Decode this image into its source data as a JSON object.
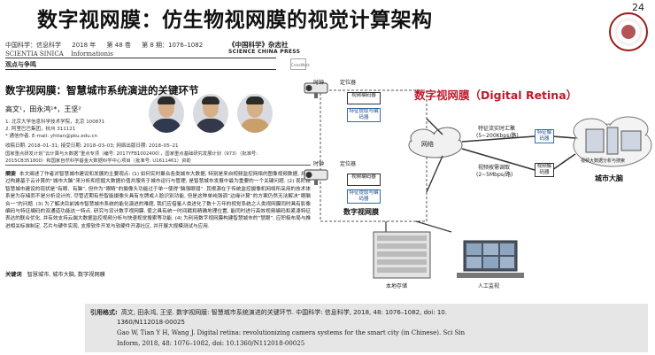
{
  "slide": {
    "title": "数字视网膜：仿生物视网膜的视觉计算架构",
    "page_number": "24"
  },
  "journal": {
    "left_items": [
      "中国科学：信息科学",
      "2018 年",
      "第 48 卷",
      "第 8 期：1076–1082"
    ],
    "en_items": [
      "SCIENTIA SINICA",
      "Informationis"
    ],
    "logo_cn": "《中国科学》杂志社",
    "logo_en": "SCIENCE CHINA PRESS",
    "crossmark": "CrossMark",
    "section": "观点与争鸣"
  },
  "paper": {
    "title": "数字视网膜：智慧城市系统演进的关键环节",
    "authors": "高文¹，田永鸿¹*，王坚²",
    "affiliations": [
      "1. 北京大学信息科学技术学院，北京 100871",
      "2. 阿里巴巴集团，杭州 311121",
      "* 通信作者. E-mail: yhtian@pku.edu.cn"
    ],
    "dates": "收稿日期: 2018–01–31; 接受日期: 2018–03–03; 网络出版日期: 2018–05–21",
    "funding": [
      "国家重点研发计划“云计算与大数据”重点专项（编号: 2017YFB1002400），国家重点基础研究发展计划（973）（批准号:",
      "2015CB351800）和国家自然科学基金大数据科学中心项目（批准号: U1611461）资助"
    ],
    "abstract_label": "摘要",
    "abstract": "本文阐述了作者对智慧城市建设和发展的主要观点: (1) 如何实时聚合各类城市大数据, 特别是来自视频监控网络的图像视频数据, 并通过构建基于云计算的“城市大脑”来分析和挖掘大数据价值并服务于城市运行与管理, 是智慧城市发展中最为重要的一个关键问题. (2) 现阶段智慧城市建设的现状是“有眼、有脑”, 但作为“眼睛”的摄像头功能过于单一使得“脑强眼弱”. 其根源在于传统监控摄像机网络所采用的技术体系是为存储而不是分析设计的, 尽管近期有些智能摄像头具有车牌或人脸识别功能, 但是这种单纯强调“边缘计算”的方案仍然无法解决“眼脑合一”的问题. (3) 为了解决目前城市智慧城市系统的能化演进的难题, 我们应借鉴人类进化了数十万年的视觉系统之人类视网膜同时具有影像编码与特征编码的双通道功能这一特点, 研究与设计数字视网膜, 使之具有统一时间戳和精确地理位置, 能同时进行高效视频编码和紧凑特征表达的联合优化, 并有效支持云端大数据监控视频分析与快速视觉搜索等功能. (4) 为利用数字视网膜构建智慧城市的“慧眼”, 应积极布局与推进相关标准制定, 芯片与硬件实现, 支撑软件开发与软硬件开源社区, 并开展大规模测试与应用.",
    "keywords_label": "关键词",
    "keywords": "智慧城市, 城市大脑, 数字视网膜"
  },
  "citation": {
    "label": "引用格式:",
    "cn": "高文, 田永鸿, 王坚. 数字视网膜: 智慧城市系统演进的关键环节. 中国科学: 信息科学, 2018, 48: 1076–1082, doi: 10.",
    "cn_cont": "1360/N112018-00025",
    "en": "Gao W, Tian Y H, Wang J. Digital retina: revolutionizing camera systems for the smart city (in Chinese). Sci Sin",
    "en_cont": "Inform, 2018, 48: 1076–1082, doi: 10.1360/N112018-00025"
  },
  "diagram": {
    "title": "数字视网膜（Digital Retina）",
    "clock": "时钟",
    "locator": "定位器",
    "video_encoder": "视频编码器",
    "feature_extractor": "特征提取与编码器",
    "network": "网络",
    "feature_stream": "特征流实时汇聚",
    "feature_rate": "(5~200Kbps/路)",
    "video_stream": "视频按需调取",
    "video_rate": "(2~5Mbps/路)",
    "feature_decoder": "特征解码器",
    "video_decoder": "视频解码器",
    "bigdata_analysis": "视频大数据分析与搜索",
    "city_brain": "城市大脑",
    "digital_retina": "数字视网膜",
    "local_storage": "本地存储",
    "manual_monitor": "人工监视"
  }
}
